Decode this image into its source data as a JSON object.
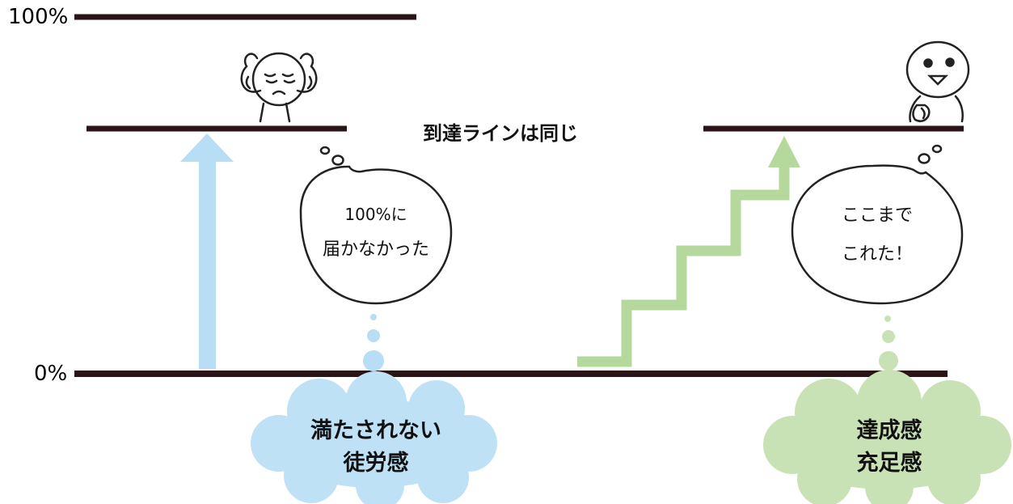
{
  "axis": {
    "top_label": "100%",
    "bottom_label": "0%"
  },
  "reach_line_label": "到達ラインは同じ",
  "left": {
    "thought": [
      "100%に",
      "届かなかった"
    ],
    "feeling": [
      "満たされない",
      "徒労感"
    ],
    "arrow_color": "#b7def4",
    "cloud_color": "#bfe1f6",
    "figure": "stressed-person-icon"
  },
  "right": {
    "thought": [
      "ここまで",
      "これた！"
    ],
    "feeling": [
      "達成感",
      "充足感"
    ],
    "arrow_color": "#b5d99c",
    "cloud_color": "#c8e2b6",
    "figure": "happy-person-icon"
  },
  "line_color": "#2a1417"
}
